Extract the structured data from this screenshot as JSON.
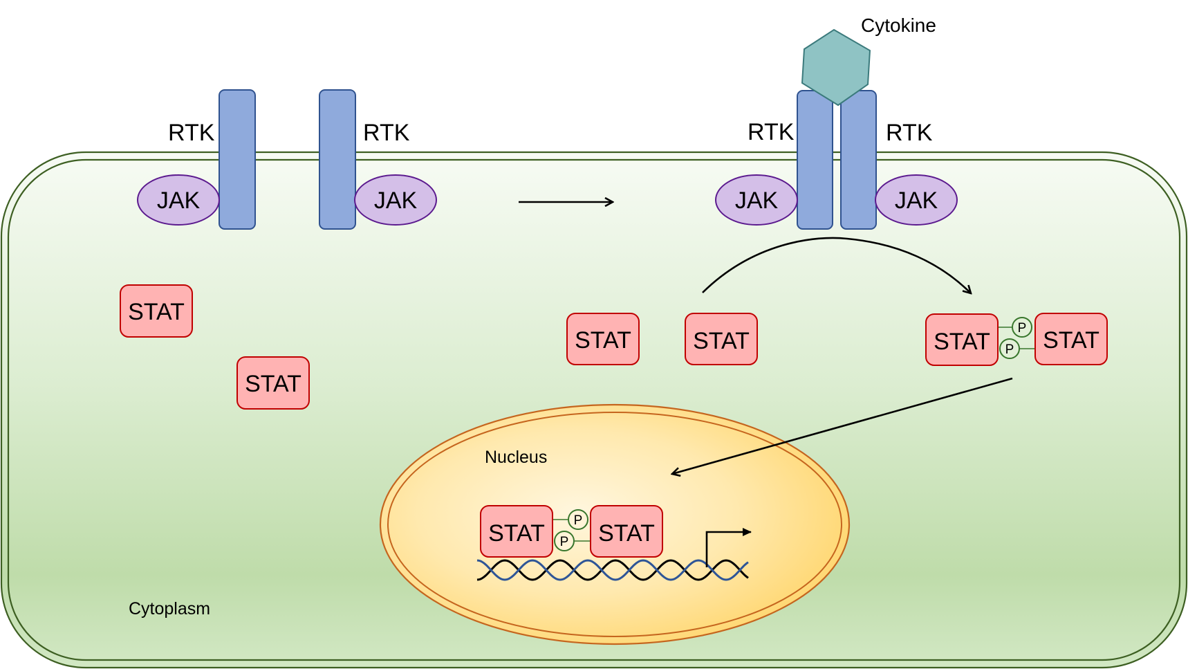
{
  "title": "JAK-STAT signaling pathway",
  "labels": {
    "cytokine": "Cytokine",
    "rtk": "RTK",
    "jak": "JAK",
    "stat": "STAT",
    "phosphate": "P",
    "nucleus": "Nucleus",
    "cytoplasm": "Cytoplasm"
  },
  "colors": {
    "receptor_fill": "#8faadc",
    "receptor_stroke": "#2f528f",
    "jak_fill": "#d4bfe8",
    "jak_stroke": "#5b1a8e",
    "stat_fill": "#ffb3b3",
    "stat_stroke": "#c00000",
    "cytokine_fill": "#8fc3c4",
    "cytokine_stroke": "#3b7a7c",
    "membrane_stroke": "#3d5f22",
    "nucleus_stroke": "#c5651e",
    "phosphate_stroke": "#38762c",
    "dna_strand_a": "#000000",
    "dna_strand_b": "#2e5597"
  },
  "inactive_state": {
    "receptors": [
      {
        "label": "RTK",
        "jak": "JAK",
        "jak_side": "left"
      },
      {
        "label": "RTK",
        "jak": "JAK",
        "jak_side": "right"
      }
    ],
    "free_stats": [
      "STAT",
      "STAT"
    ]
  },
  "active_state": {
    "ligand": "Cytokine",
    "receptors": [
      {
        "label": "RTK",
        "jak": "JAK",
        "jak_side": "left"
      },
      {
        "label": "RTK",
        "jak": "JAK",
        "jak_side": "right"
      }
    ],
    "free_stats": [
      "STAT",
      "STAT"
    ],
    "phosphorylated_dimer": {
      "monomers": [
        "STAT",
        "STAT"
      ],
      "phosphates": [
        "P",
        "P"
      ]
    }
  },
  "nucleus": {
    "label": "Nucleus",
    "bound_dimer": {
      "monomers": [
        "STAT",
        "STAT"
      ],
      "phosphates": [
        "P",
        "P"
      ]
    },
    "transcription": "gene-transcription-start"
  },
  "steps": [
    {
      "from": "inactive receptors",
      "to": "cytokine-bound receptors",
      "kind": "straight-arrow"
    },
    {
      "from": "STAT",
      "to": "phosphorylated STAT dimer",
      "kind": "curved-arrow"
    },
    {
      "from": "phosphorylated STAT dimer",
      "to": "nucleus",
      "kind": "straight-arrow"
    }
  ]
}
